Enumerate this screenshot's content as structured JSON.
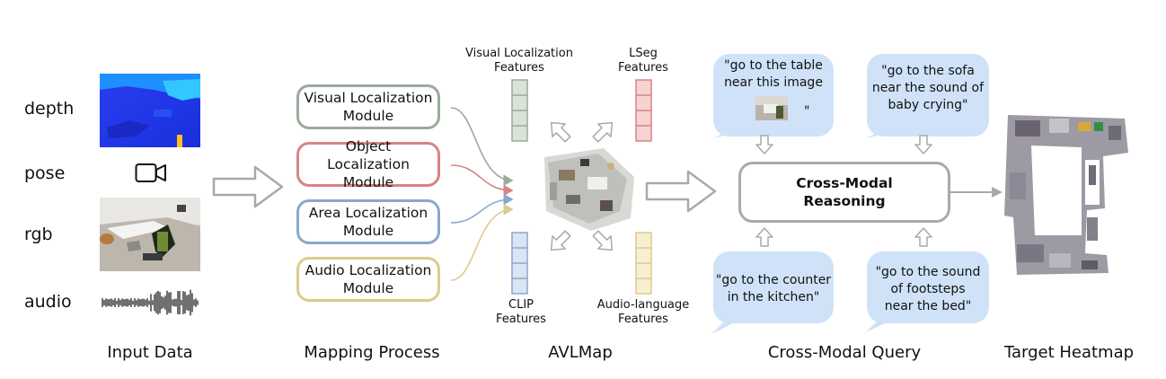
{
  "inputs": {
    "depth": "depth",
    "pose": "pose",
    "rgb": "rgb",
    "audio": "audio"
  },
  "modules": [
    {
      "label": "Visual Localization\nModule",
      "color": "#9aab9a"
    },
    {
      "label": "Object Localization\nModule",
      "color": "#d98383"
    },
    {
      "label": "Area Localization\nModule",
      "color": "#8aa8cc"
    },
    {
      "label": "Audio Localization\nModule",
      "color": "#dccb8e"
    }
  ],
  "features": {
    "visual": "Visual Localization\nFeatures",
    "lseg": "LSeg\nFeatures",
    "clip": "CLIP\nFeatures",
    "audio": "Audio-language\nFeatures"
  },
  "queries": {
    "q1_line1": "\"go to the table\nnear this image",
    "q1_close": "\"",
    "q2": "\"go to the sofa\nnear the sound of\nbaby crying\"",
    "q3": "\"go to the counter\nin the kitchen\"",
    "q4": "\"go to the sound\nof footsteps\nnear the bed\""
  },
  "reasoning": "Cross-Modal\nReasoning",
  "captions": {
    "input": "Input Data",
    "mapping": "Mapping Process",
    "avlmap": "AVLMap",
    "query": "Cross-Modal Query",
    "heatmap": "Target Heatmap"
  },
  "colors": {
    "visual": "#9aab9a",
    "object": "#d98383",
    "area": "#8aa8cc",
    "audio": "#dccb8e",
    "bubble": "#cfe2f7",
    "arrow_gray": "#a9a9a9"
  }
}
